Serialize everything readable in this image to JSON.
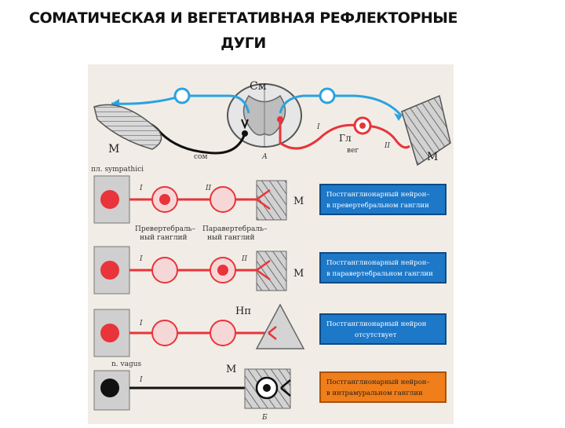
{
  "title": {
    "line1": "СОМАТИЧЕСКАЯ И ВЕГЕТАТИВНАЯ РЕФЛЕКТОРНЫЕ",
    "line2": "ДУГИ"
  },
  "top": {
    "sm": "См",
    "m_left": "М",
    "m_right": "М",
    "som": "сом",
    "veg": "вег",
    "gl": "Гл",
    "a": "А",
    "i": "I",
    "ii": "II"
  },
  "rows": [
    {
      "nerve": "пл. sympathici",
      "m": "М",
      "box": [
        "Постганглионарный нейрон–",
        "в превертебральном ганглии"
      ],
      "ganglion_labels": [
        "Превертебраль–",
        "ный ганглий",
        "Паравертебраль–",
        "ный ганглий"
      ]
    },
    {
      "m": "М",
      "box": [
        "Постганглионарный нейрон–",
        "в паравертебральном ганглии"
      ]
    },
    {
      "m": "Нп",
      "box": [
        "Постганглионарный нейрон",
        "отсутствует"
      ]
    },
    {
      "nerve": "n. vagus",
      "m": "М",
      "box": [
        "Постганглионарный нейрон–",
        "в интрамуральном ганглии"
      ],
      "b": "Б"
    }
  ],
  "colors": {
    "blue": "#2aa3e0",
    "red": "#e8343a",
    "box_blue": "#1e78c8",
    "box_orange": "#f07e1a",
    "tissue": "#cfcfcf"
  }
}
